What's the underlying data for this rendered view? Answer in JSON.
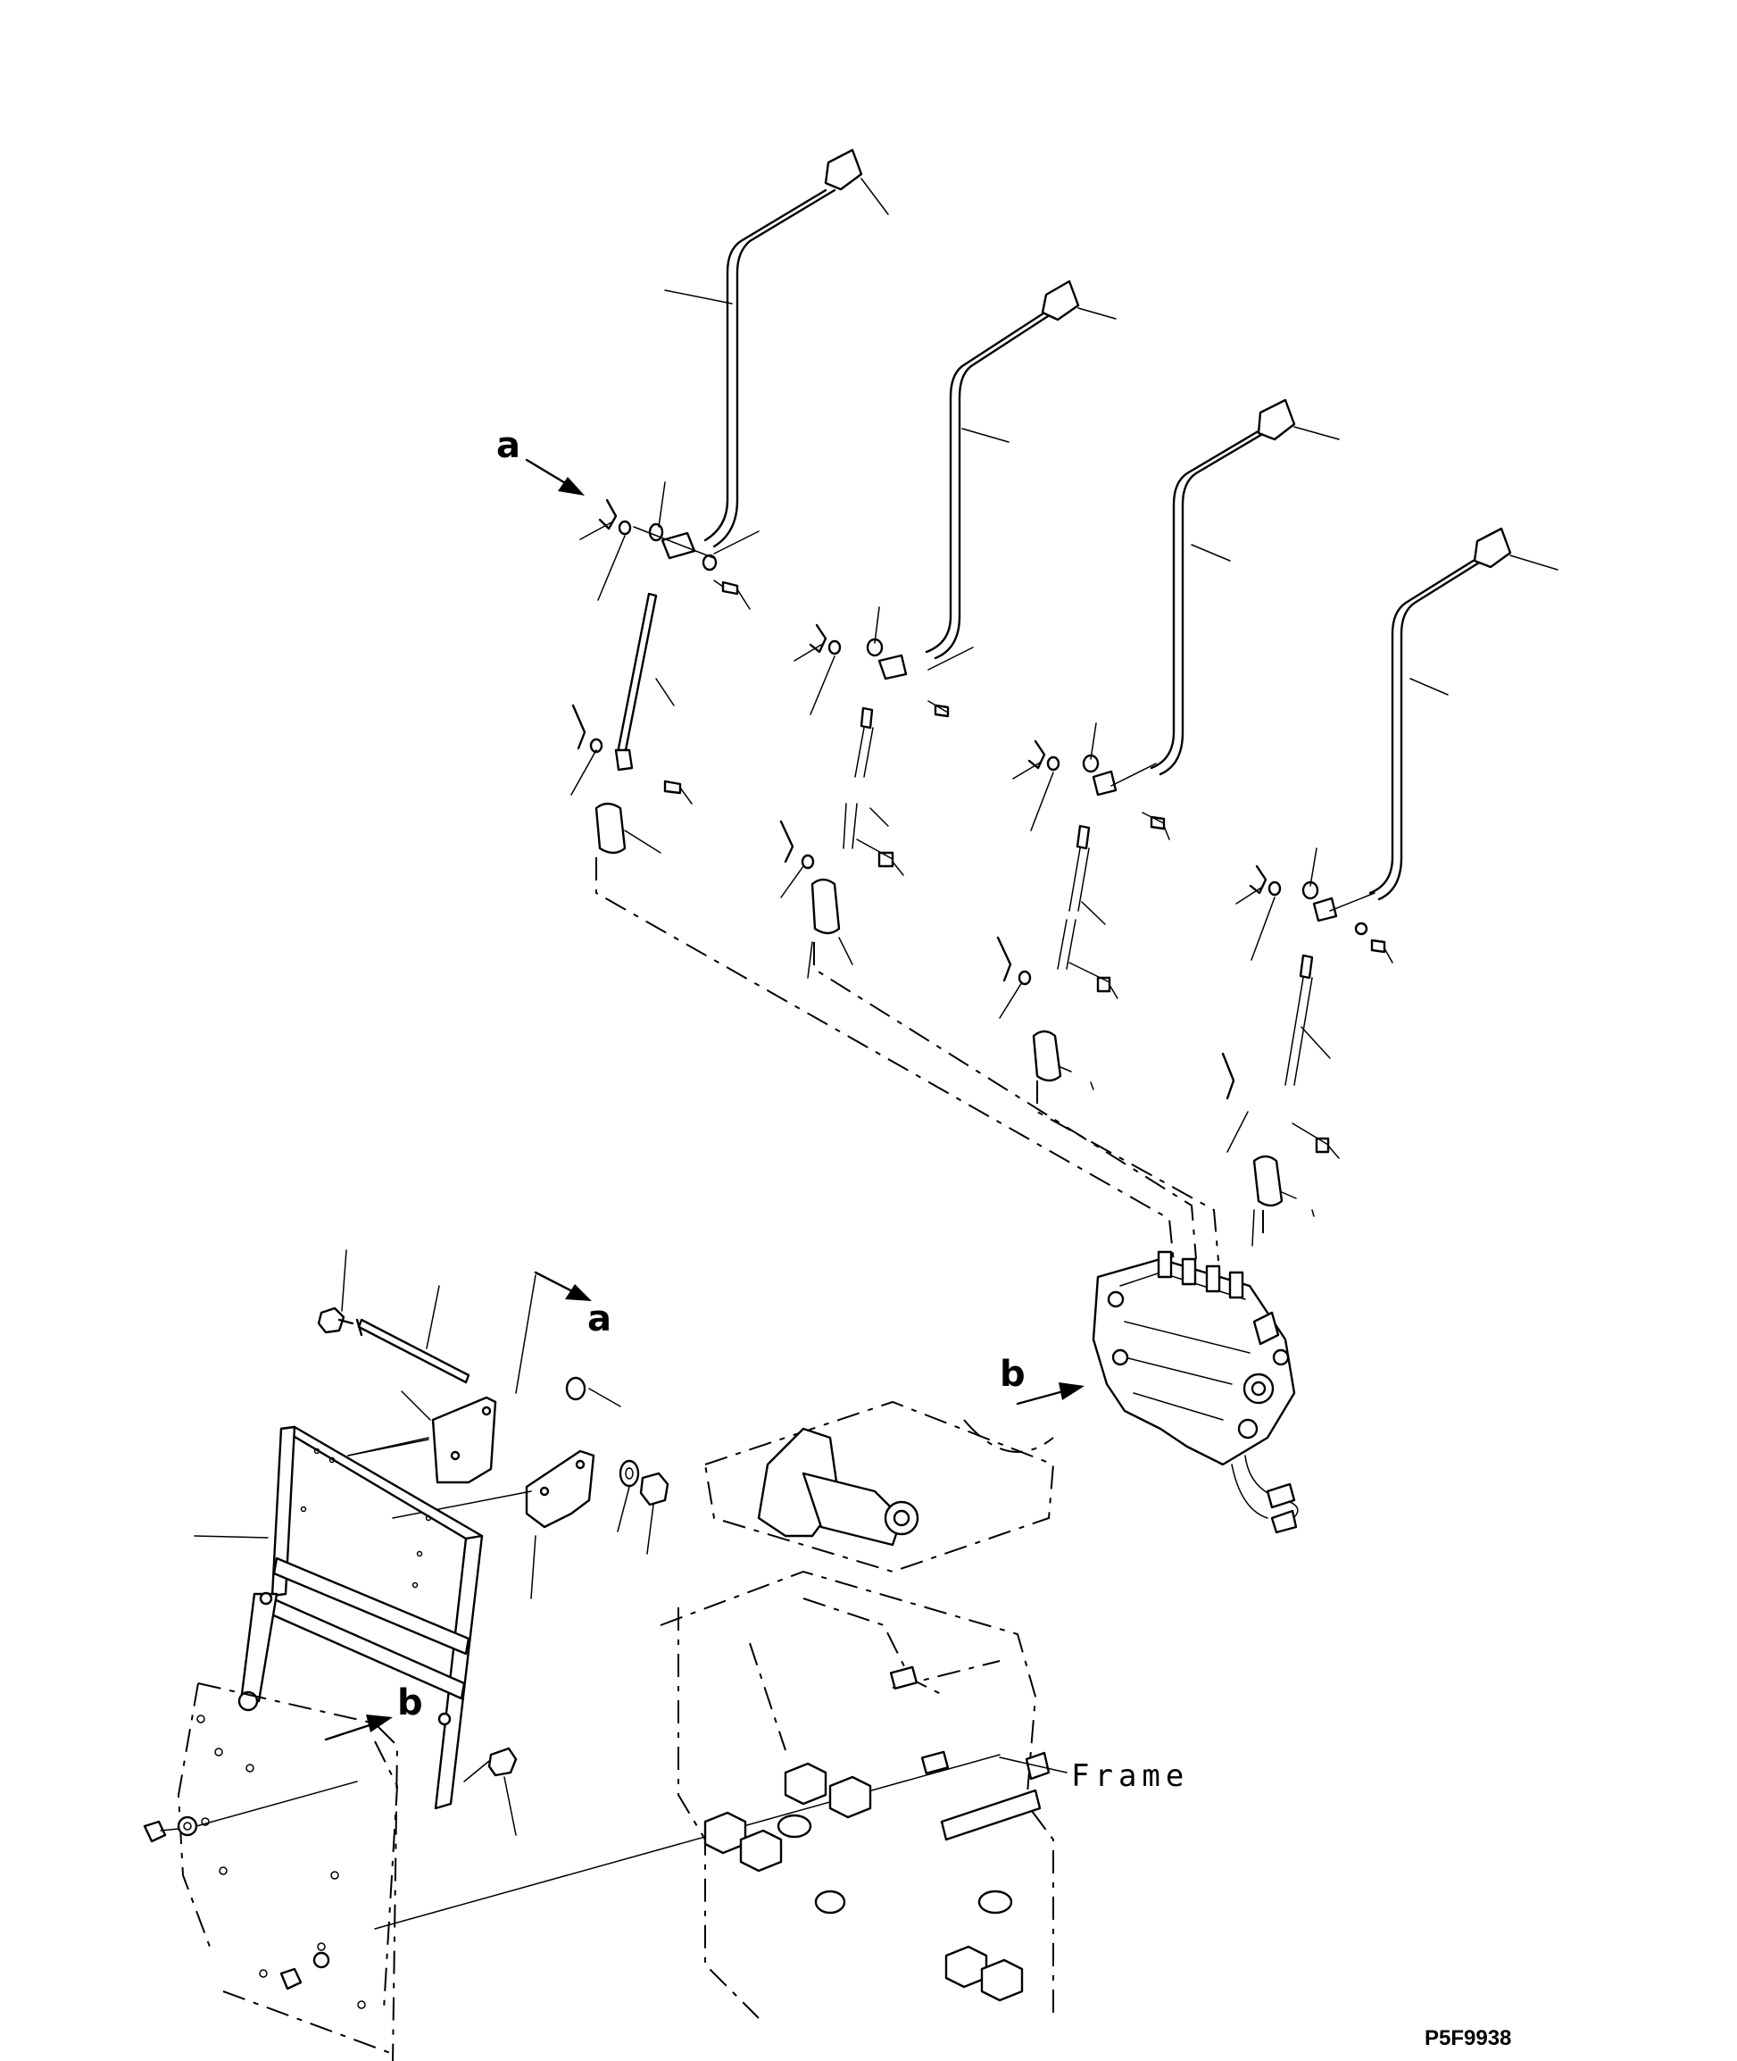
{
  "diagram": {
    "callouts": {
      "a_top": "a",
      "a_bottom": "a",
      "b_right": "b",
      "b_left": "b"
    },
    "frame_label": "Frame",
    "figure_code": "P5F9938"
  }
}
